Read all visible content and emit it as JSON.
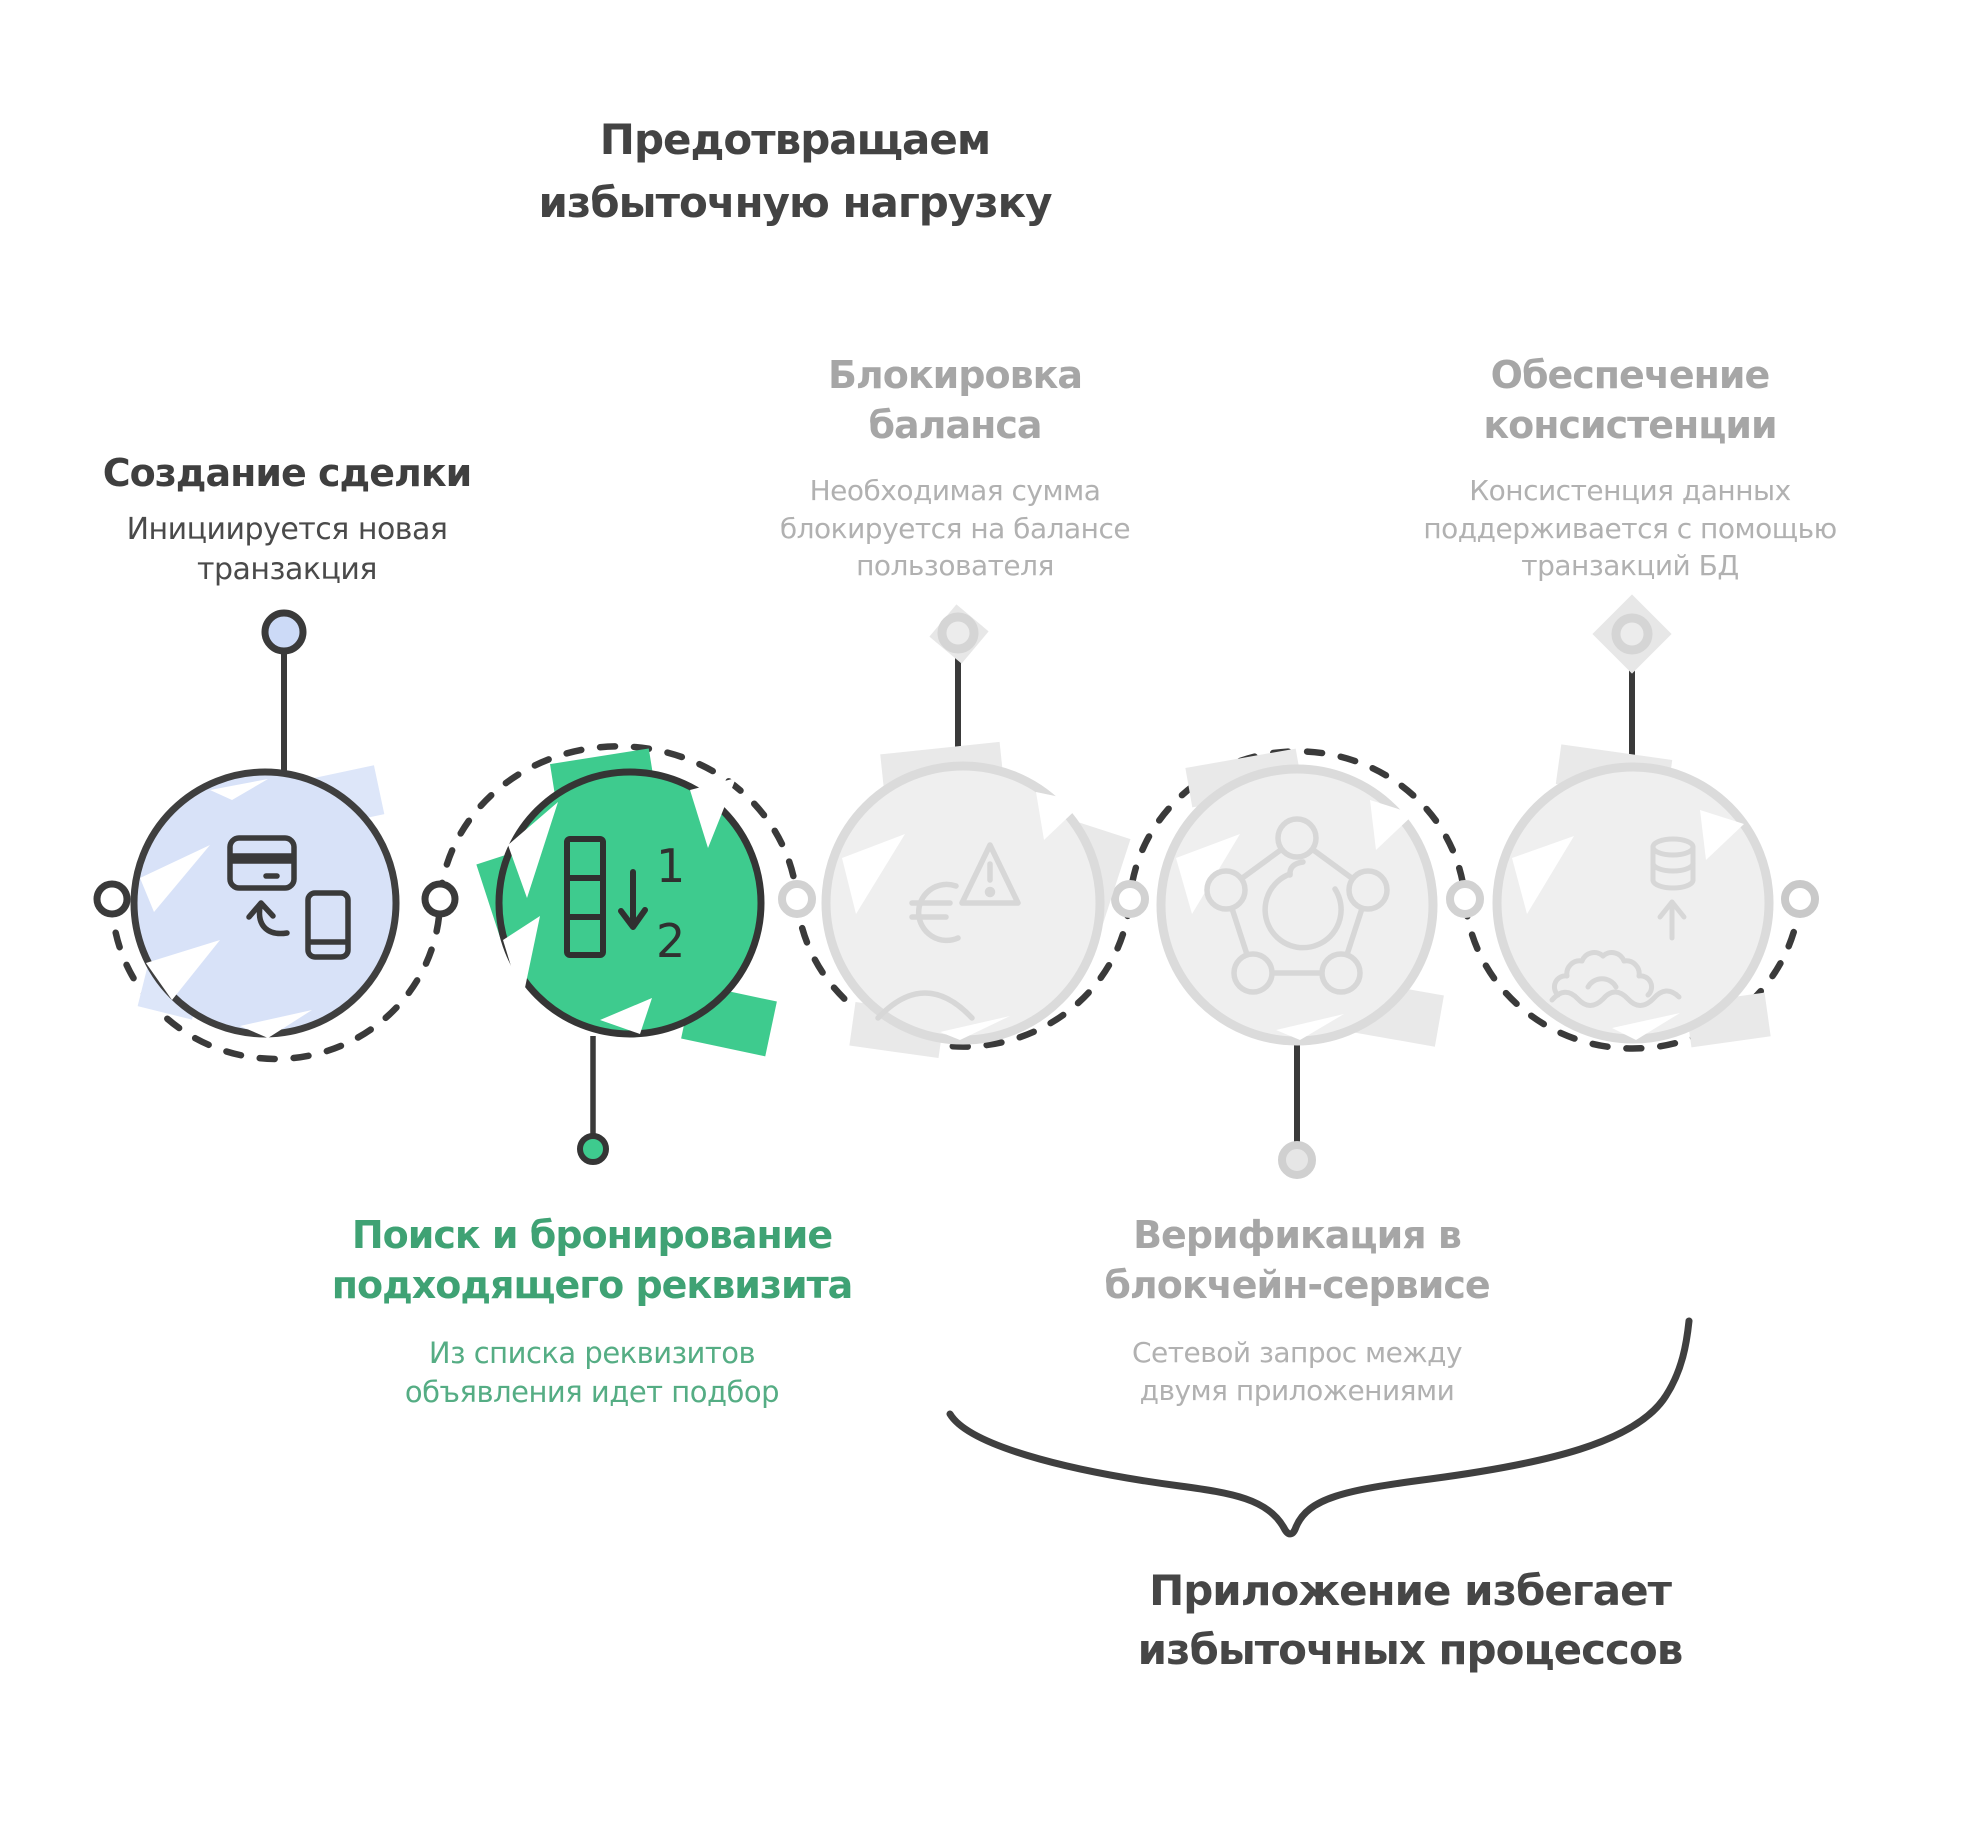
{
  "title": "Предотвращаем\nизбыточную нагрузку",
  "steps": [
    {
      "title": "Создание сделки",
      "description": "Инициируется новая\nтранзакция",
      "status": "done",
      "icon": "card-to-phone-transfer-icon",
      "accent_color": "#d8e2f8"
    },
    {
      "title": "Поиск и бронирование\nподходящего реквизита",
      "description": "Из списка реквизитов\nобъявления идет подбор",
      "status": "current",
      "icon": "sorted-list-icon",
      "icon_numbers": [
        "1",
        "2"
      ],
      "accent_color": "#3ecb8e"
    },
    {
      "title": "Блокировка\nбаланса",
      "description": "Необходимая сумма\nблокируется на балансе\nпользователя",
      "status": "upcoming",
      "icon": "euro-warning-icon",
      "accent_color": "#efefef"
    },
    {
      "title": "Верификация в\nблокчейн-сервисе",
      "description": "Сетевой запрос между\nдвумя приложениями",
      "status": "upcoming",
      "icon": "network-refresh-icon",
      "accent_color": "#efefef"
    },
    {
      "title": "Обеспечение\nконсистенции",
      "description": "Консистенция данных\nподдерживается с помощью\nтранзакций БД",
      "status": "upcoming",
      "icon": "database-sync-icon",
      "accent_color": "#efefef"
    }
  ],
  "callout": {
    "text": "Приложение избегает\nизбыточных процессов"
  },
  "colors": {
    "ink": "#3a3a3a",
    "blue_fill": "#d8e2f8",
    "green_fill": "#3ecb8e",
    "gray_fill": "#efefef",
    "gray_stroke": "#dbdbdb",
    "gray_text": "#a6a6a6",
    "green_text": "#3fa274"
  }
}
